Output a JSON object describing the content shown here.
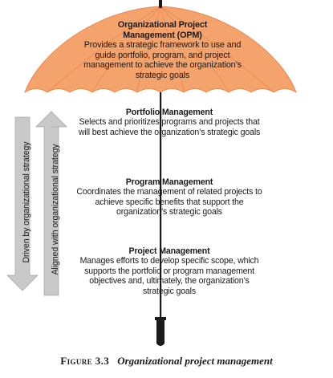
{
  "colors": {
    "canopy": "#f5a36c",
    "canopy_edge": "#e88a4d",
    "arrow_fill": "#c9c9c9",
    "handle": "#1a1a1a"
  },
  "opm": {
    "title_line1": "Organizational Project",
    "title_line2": "Management (OPM)",
    "text": "Provides a strategic framework to use and guide portfolio, program, and project management to achieve the organization’s strategic goals"
  },
  "portfolio": {
    "title": "Portfolio Management",
    "text": "Selects and prioritizes programs and projects that will best achieve the organization’s strategic goals"
  },
  "program": {
    "title": "Program Management",
    "text": "Coordinates the management of related projects to achieve specific benefits that support the organization’s strategic goals"
  },
  "project": {
    "title": "Project Management",
    "text": "Manages efforts to develop specific scope, which supports the portfolio or program management objectives and, ultimately, the organization’s strategic goals"
  },
  "arrows": {
    "down_label": "Driven by organizational strategy",
    "up_label": "Aligned with organizational strategy"
  },
  "caption": {
    "figure": "Figure 3.3",
    "text": "Organizational project management"
  }
}
